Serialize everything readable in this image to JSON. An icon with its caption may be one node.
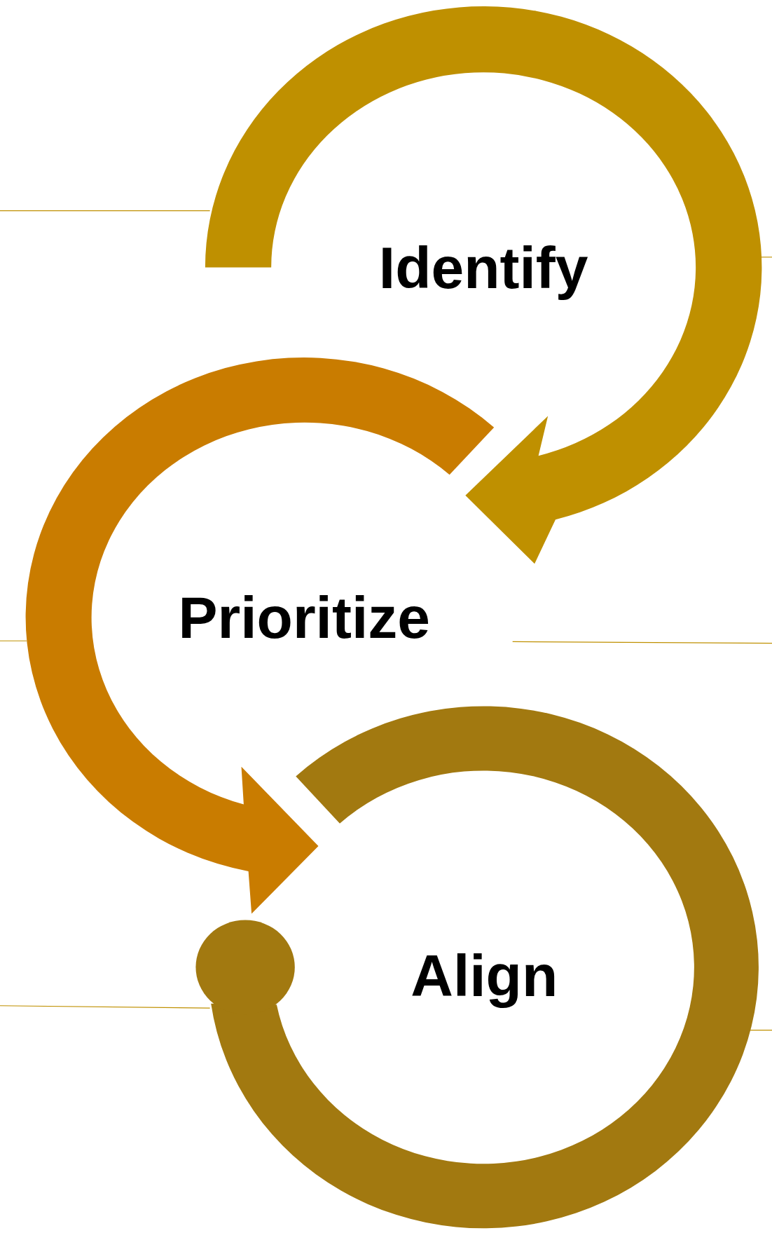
{
  "diagram": {
    "nodes": [
      {
        "text": [
          "Identify"
        ]
      },
      {
        "text": [
          "Prioritize"
        ]
      },
      {
        "text": [
          "Align"
        ]
      }
    ],
    "edges": [
      {
        "from": 0,
        "to": 1,
        "arrow": "to",
        "color": "#bf9000"
      },
      {
        "from": 1,
        "to": 2,
        "arrow": "to",
        "color": "#c97c00"
      }
    ]
  }
}
